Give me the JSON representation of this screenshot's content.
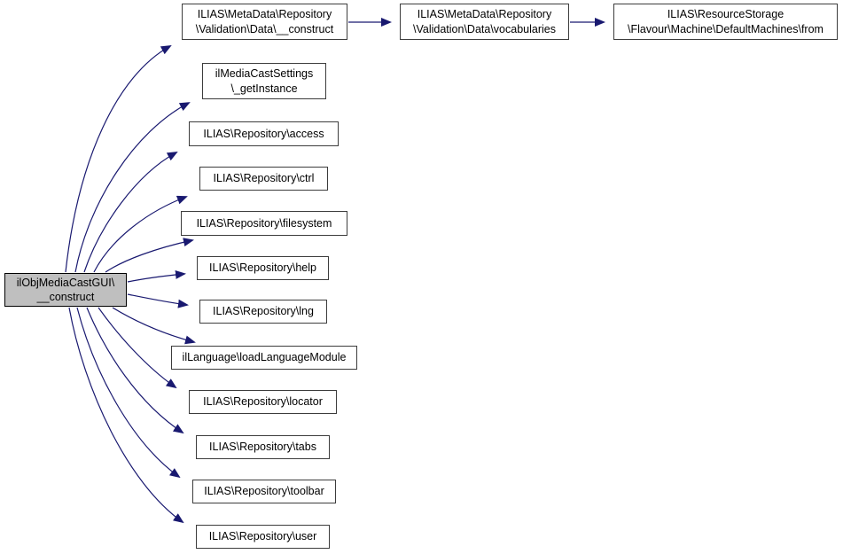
{
  "diagram": {
    "type": "call-graph",
    "background": "#ffffff",
    "colors": {
      "edge": "#191970",
      "node_border": "#3c3c3c",
      "node_fill": "#ffffff",
      "focus_node_fill": "#bfbfbf",
      "focus_node_border": "#000000",
      "text": "#000000"
    },
    "nodes": [
      {
        "id": "focus",
        "label": "ilObjMediaCastGUI\\\n__construct"
      },
      {
        "id": "md_construct",
        "label": "ILIAS\\MetaData\\Repository\n\\Validation\\Data\\__construct"
      },
      {
        "id": "getinstance",
        "label": "ilMediaCastSettings\n\\_getInstance"
      },
      {
        "id": "access",
        "label": "ILIAS\\Repository\\access"
      },
      {
        "id": "ctrl",
        "label": "ILIAS\\Repository\\ctrl"
      },
      {
        "id": "filesystem",
        "label": "ILIAS\\Repository\\filesystem"
      },
      {
        "id": "help",
        "label": "ILIAS\\Repository\\help"
      },
      {
        "id": "lng",
        "label": "ILIAS\\Repository\\lng"
      },
      {
        "id": "loadlang",
        "label": "ilLanguage\\loadLanguageModule"
      },
      {
        "id": "locator",
        "label": "ILIAS\\Repository\\locator"
      },
      {
        "id": "tabs",
        "label": "ILIAS\\Repository\\tabs"
      },
      {
        "id": "toolbar",
        "label": "ILIAS\\Repository\\toolbar"
      },
      {
        "id": "user",
        "label": "ILIAS\\Repository\\user"
      },
      {
        "id": "vocabularies",
        "label": "ILIAS\\MetaData\\Repository\n\\Validation\\Data\\vocabularies"
      },
      {
        "id": "from",
        "label": "ILIAS\\ResourceStorage\n\\Flavour\\Machine\\DefaultMachines\\from"
      }
    ],
    "edges": [
      {
        "from": "focus",
        "to": "md_construct"
      },
      {
        "from": "focus",
        "to": "getinstance"
      },
      {
        "from": "focus",
        "to": "access"
      },
      {
        "from": "focus",
        "to": "ctrl"
      },
      {
        "from": "focus",
        "to": "filesystem"
      },
      {
        "from": "focus",
        "to": "help"
      },
      {
        "from": "focus",
        "to": "lng"
      },
      {
        "from": "focus",
        "to": "loadlang"
      },
      {
        "from": "focus",
        "to": "locator"
      },
      {
        "from": "focus",
        "to": "tabs"
      },
      {
        "from": "focus",
        "to": "toolbar"
      },
      {
        "from": "focus",
        "to": "user"
      },
      {
        "from": "md_construct",
        "to": "vocabularies"
      },
      {
        "from": "vocabularies",
        "to": "from"
      }
    ]
  }
}
